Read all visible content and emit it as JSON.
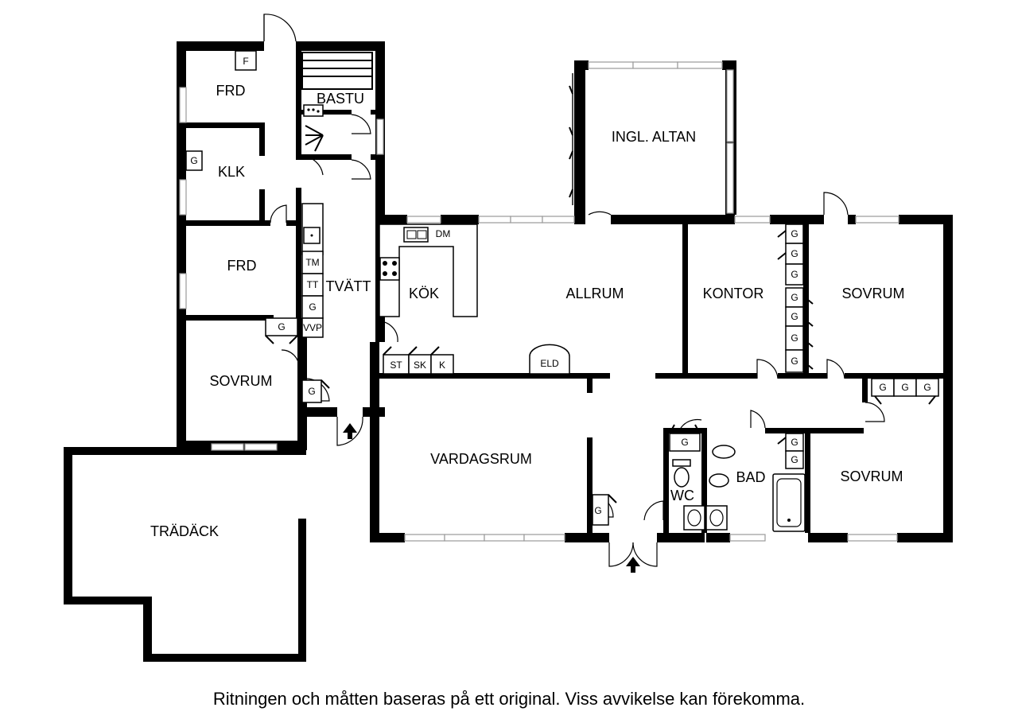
{
  "rooms": {
    "frd_top": "FRD",
    "bastu": "BASTU",
    "klk": "KLK",
    "frd_mid": "FRD",
    "tvatt": "TVÄTT",
    "kok": "KÖK",
    "allrum": "ALLRUM",
    "ingl_altan": "INGL. ALTAN",
    "kontor": "KONTOR",
    "sovrum_ne": "SOVRUM",
    "sovrum_w": "SOVRUM",
    "vardagsrum": "VARDAGSRUM",
    "wc": "WC",
    "bad": "BAD",
    "sovrum_se": "SOVRUM",
    "tradack": "TRÄDÄCK"
  },
  "fixtures": {
    "f": "F",
    "g": "G",
    "tm": "TM",
    "tt": "TT",
    "vvp": "VVP",
    "dm": "DM",
    "st": "ST",
    "sk": "SK",
    "k": "K",
    "eld": "ELD"
  },
  "colors": {
    "wall": "#000000",
    "window": "#9a9a9a",
    "background": "#ffffff"
  },
  "entrance_icon": "arrow-up-icon",
  "disclaimer": "Ritningen och måtten baseras på ett original. Viss avvikelse kan förekomma."
}
